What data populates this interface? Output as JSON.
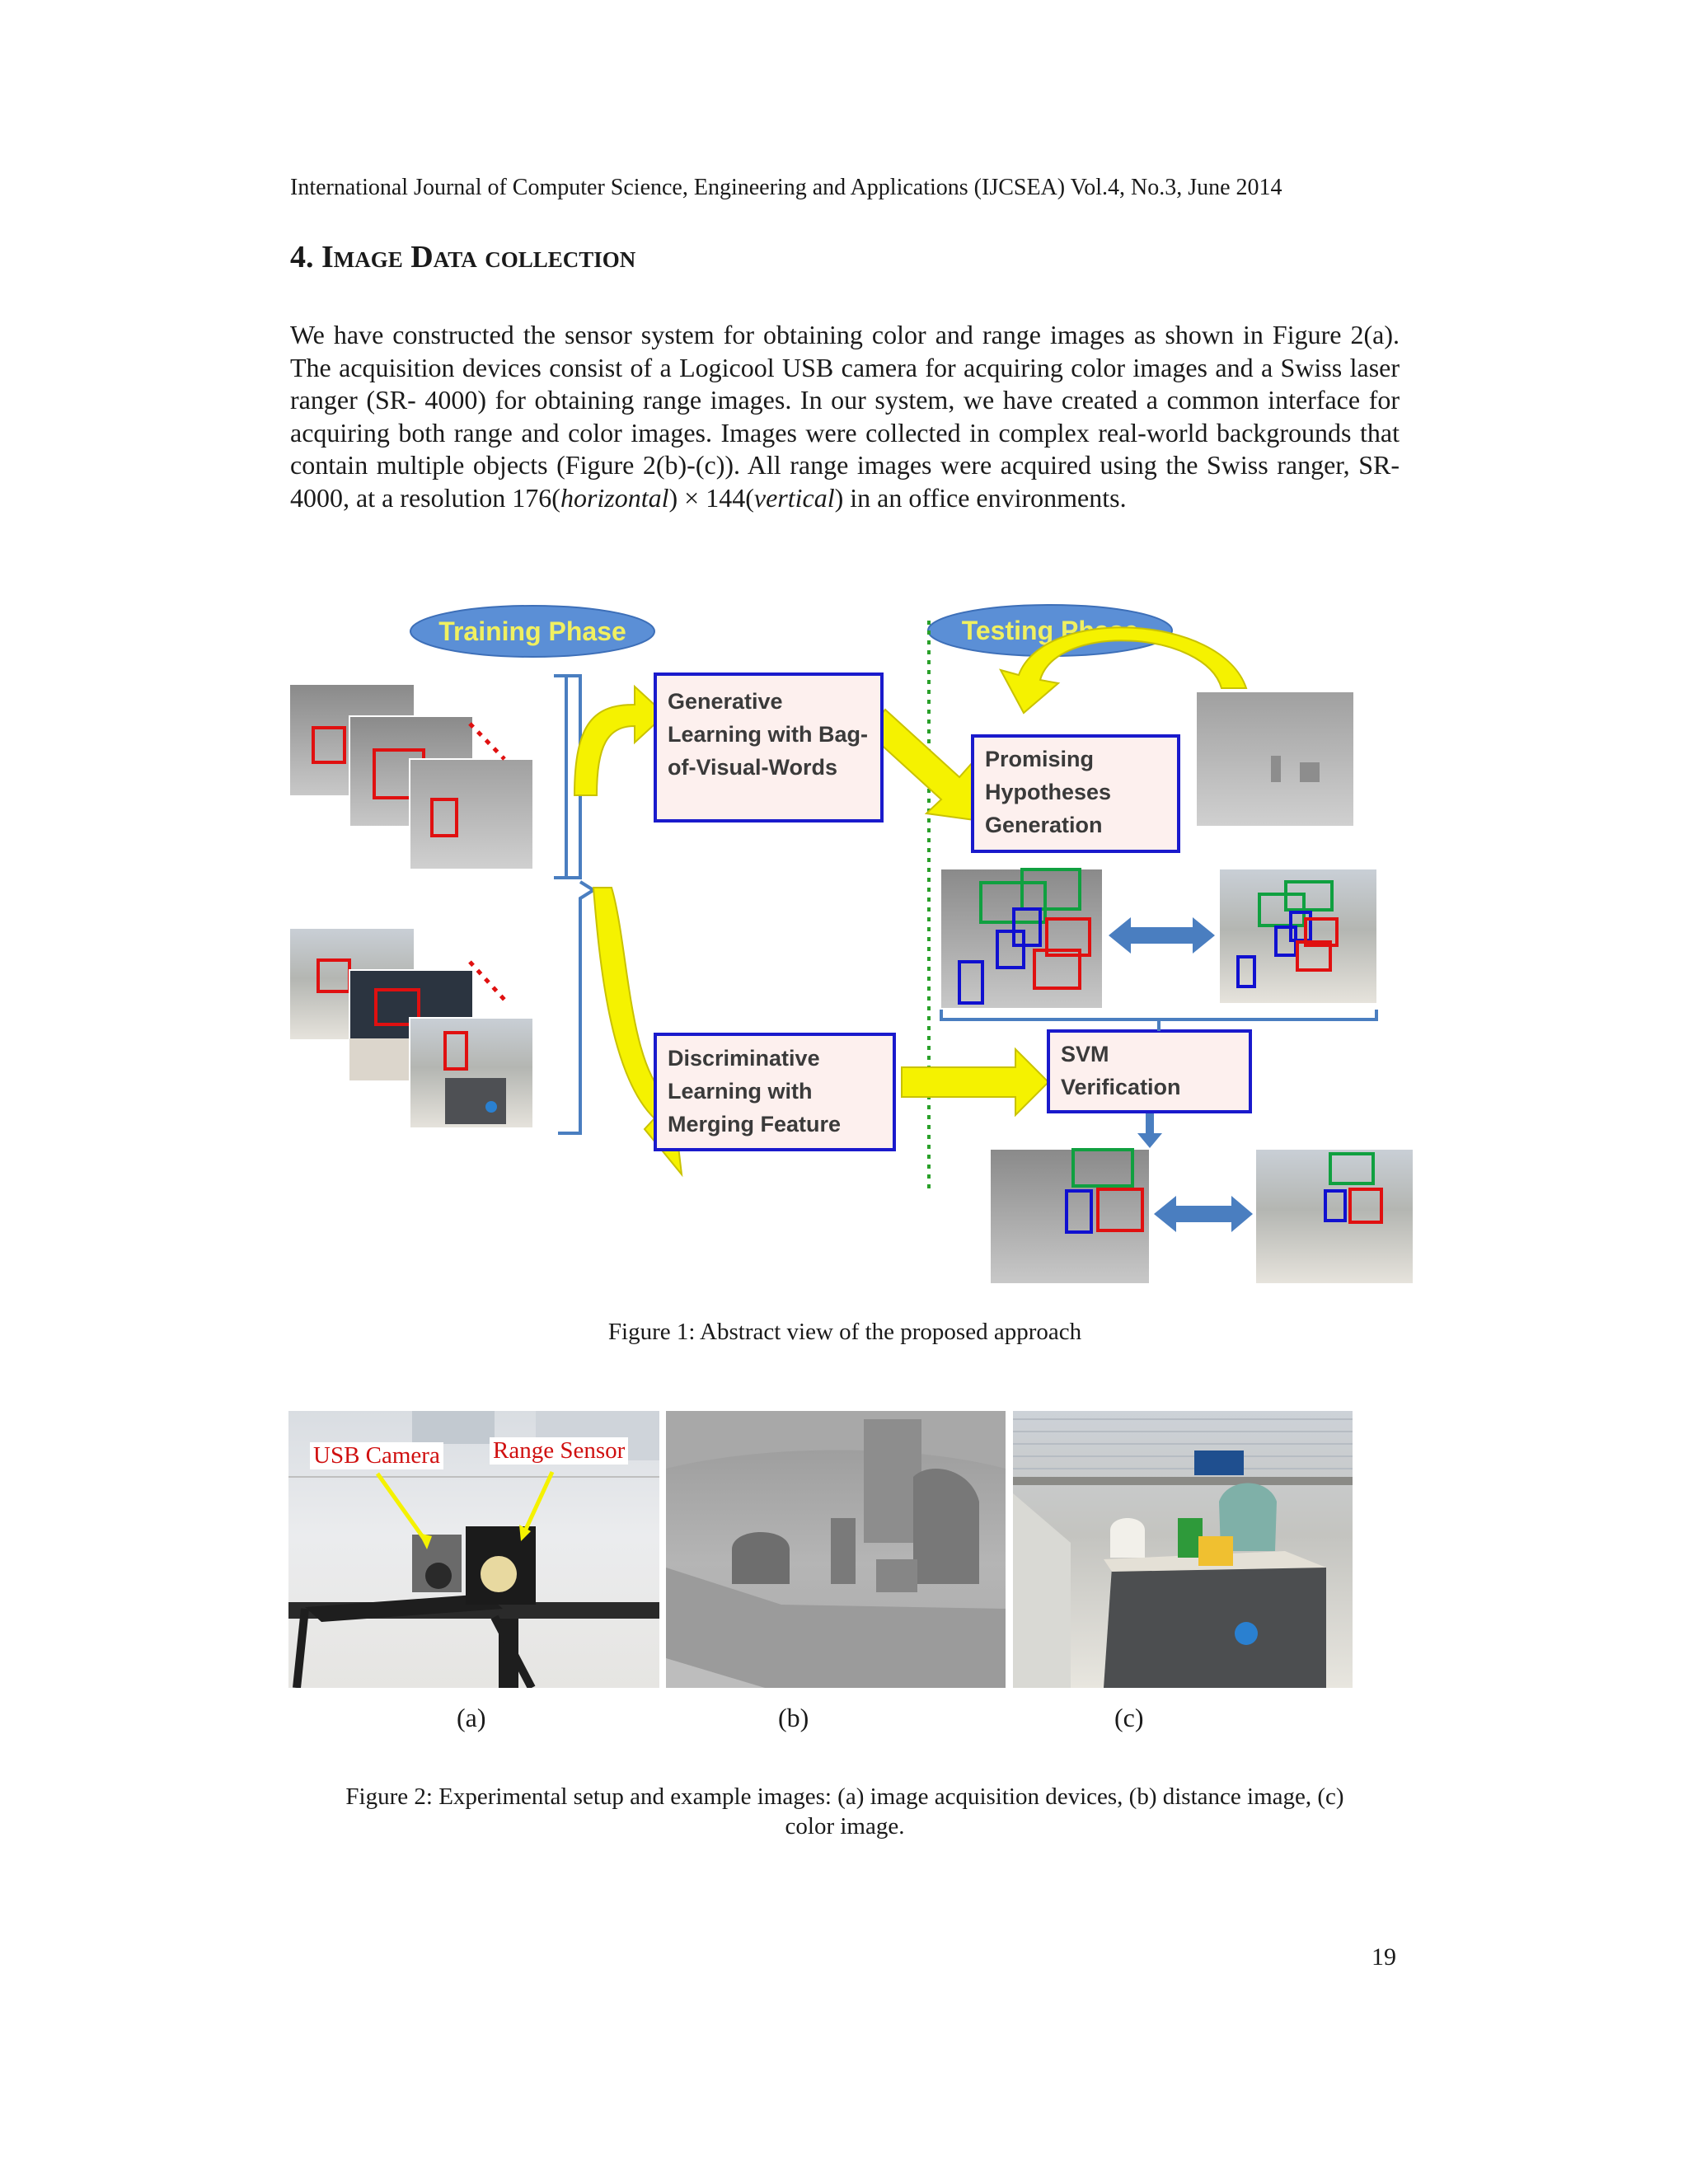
{
  "header": "International Journal of Computer Science, Engineering and Applications (IJCSEA) Vol.4, No.3, June 2014",
  "section": {
    "number": "4.",
    "title_word1_initial": "I",
    "title_word1_rest": "mage",
    "title_word2_initial": "D",
    "title_word2_rest": "ata collection"
  },
  "paragraph": {
    "part1": "We have constructed the sensor system for obtaining color and range images as shown in Figure 2(a). The acquisition devices consist of a Logicool USB camera for acquiring color images and a Swiss laser ranger (SR- 4000) for obtaining range images. In our system, we have created a common interface for acquiring both range and color images. Images were collected in complex real-world backgrounds that contain multiple objects (Figure 2(b)-(c)). All range images were acquired using the Swiss ranger, SR-4000, at a resolution 176(",
    "em1": "horizontal",
    "part2": ") × 144(",
    "em2": "vertical",
    "part3": ") in an office environments."
  },
  "figure1": {
    "training_phase": "Training Phase",
    "testing_phase": "Testing Phase",
    "box_generative": [
      "Generative",
      "Learning with Bag-",
      "of-Visual-Words"
    ],
    "box_discriminative": [
      "Discriminative",
      "Learning with",
      "Merging Feature"
    ],
    "box_promising": [
      "Promising",
      "Hypotheses",
      "Generation"
    ],
    "box_svm": [
      "SVM",
      "Verification"
    ],
    "caption": "Figure 1: Abstract view of the proposed approach"
  },
  "figure2": {
    "label_usb": "USB Camera",
    "label_range": "Range Sensor",
    "sub_a": "(a)",
    "sub_b": "(b)",
    "sub_c": "(c)",
    "caption_line1": "Figure 2: Experimental setup and example images: (a) image acquisition devices, (b) distance image, (c)",
    "caption_line2": "color image."
  },
  "page_number": "19",
  "colors": {
    "box_border": "#1a1acc",
    "box_fill": "#fdf0ee",
    "arrow_yellow": "#f5f200",
    "phase_fill": "#5b8fd6",
    "phase_text": "#f0f060",
    "bbox_red": "#e01010",
    "bbox_green": "#10a040",
    "bbox_blue": "#1010d0",
    "divider_green": "#2aa02a",
    "label_red": "#d01010"
  }
}
